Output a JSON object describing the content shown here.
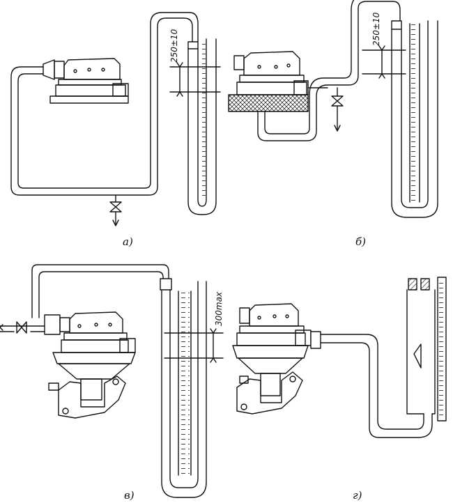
{
  "captions": {
    "a": "а)",
    "b": "б)",
    "v": "в)",
    "g": "г)"
  },
  "dimensions": {
    "a": "250±10",
    "b": "250±10",
    "v": "300max"
  },
  "colors": {
    "ink": "#111111",
    "paper": "#ffffff"
  }
}
